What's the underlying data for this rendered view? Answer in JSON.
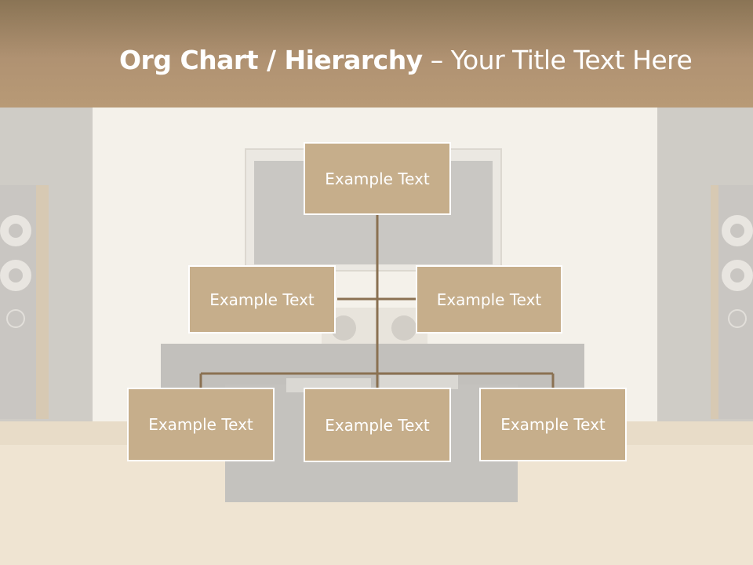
{
  "slide": {
    "title_bold": "Org Chart / Hierarchy",
    "title_dash": " – ",
    "title_rest": "Your Title Text Here"
  },
  "org_chart": {
    "root": "Example Text",
    "level2": [
      "Example Text",
      "Example Text"
    ],
    "level3": [
      "Example Text",
      "Example Text",
      "Example Text"
    ]
  },
  "colors": {
    "title_bar": "#b09272",
    "box_fill": "#c6ae8b",
    "connector": "#8a7152"
  }
}
